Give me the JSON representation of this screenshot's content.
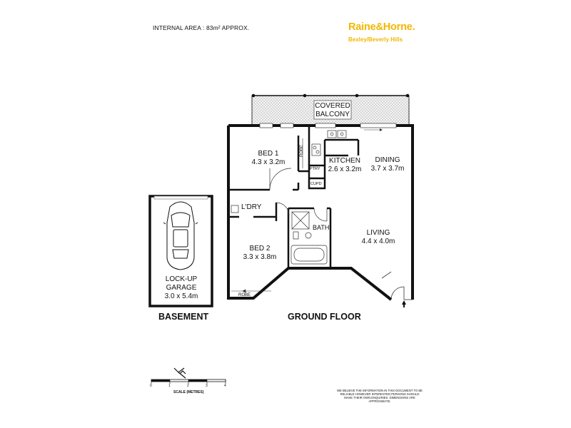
{
  "header": {
    "internal_area": "INTERNAL AREA : 83m² APPROX."
  },
  "brand": {
    "name": "Raine&Horne.",
    "office": "Bexley/Beverly Hills",
    "color": "#f2b701"
  },
  "rooms": {
    "balcony": [
      "COVERED",
      "BALCONY"
    ],
    "bed1": {
      "name": "BED 1",
      "size": "4.3 x 3.2m"
    },
    "kitchen": {
      "name": "KITCHEN",
      "size": "2.6 x 3.2m"
    },
    "dining": {
      "name": "DINING",
      "size": "3.7 x 3.7m"
    },
    "laundry": "L'DRY",
    "bath": "BATH",
    "bed2": {
      "name": "BED 2",
      "size": "3.3 x 3.8m"
    },
    "living": {
      "name": "LIVING",
      "size": "4.4 x 4.0m"
    },
    "garage": {
      "line1": "LOCK-UP",
      "line2": "GARAGE",
      "size": "3.0 x 5.4m"
    }
  },
  "small_labels": {
    "robe1": "ROBE",
    "robe2": "ROBE",
    "pantry": "PTRY",
    "cupboard": "CUPD"
  },
  "floors": {
    "basement": "BASEMENT",
    "ground": "GROUND FLOOR"
  },
  "scale": {
    "ticks": [
      "0",
      "1",
      "2",
      "3",
      "4"
    ],
    "label": "SCALE (METRES)"
  },
  "disclaimer": "WE BELIEVE THE INFORMATION IN THIS DOCUMENT TO BE RELIABLE HOWEVER INTERESTED PERSONS SHOULD MAKE THEIR OWN ENQUIRIES. DIMENSIONS ARE APPROXIMATE."
}
